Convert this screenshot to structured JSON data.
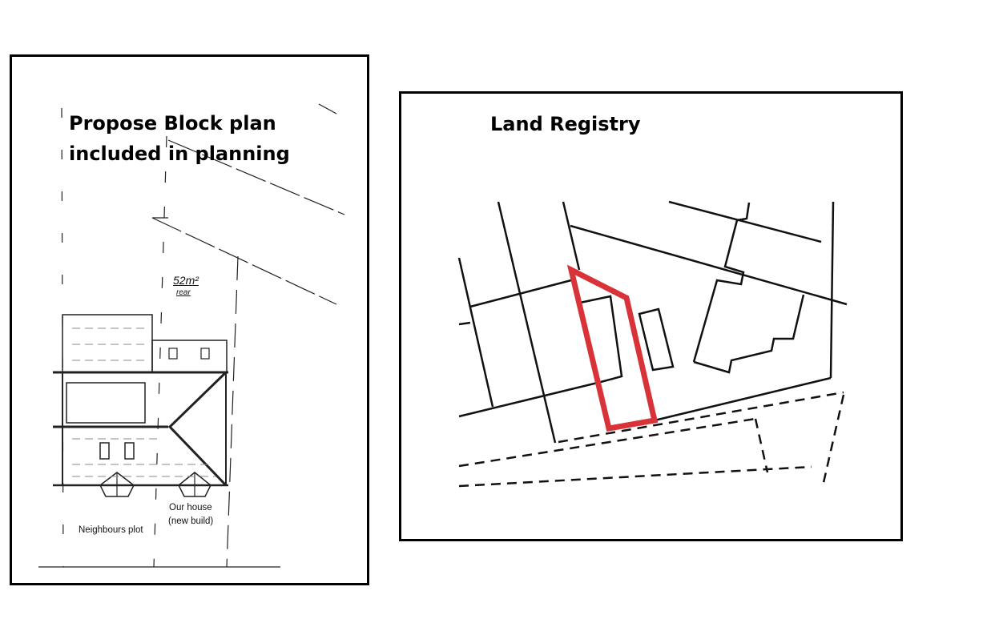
{
  "left_panel": {
    "title_line1": "Propose Block plan",
    "title_line2": "included in planning",
    "area_note": "52m²",
    "area_sub": "rear",
    "our_house_line1": "Our house",
    "our_house_line2": "(new build)",
    "neighbours": "Neighbours plot"
  },
  "right_panel": {
    "title": "Land Registry",
    "highlight_color": "#d9333a"
  }
}
